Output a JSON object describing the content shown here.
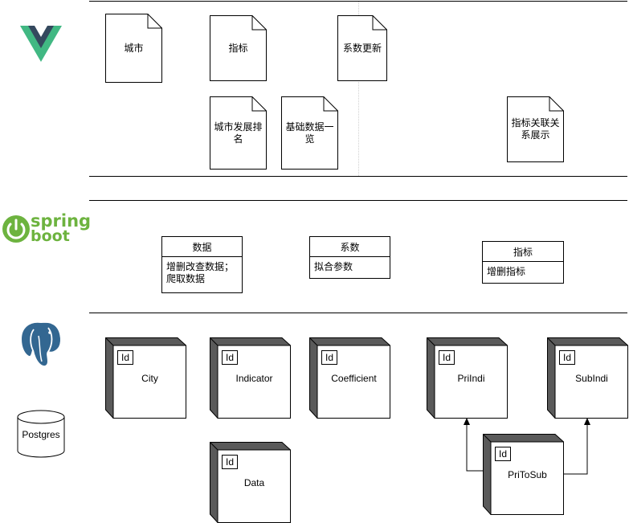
{
  "layers": {
    "frontend": {
      "pages": [
        {
          "id": "city",
          "label": "城市"
        },
        {
          "id": "indicator",
          "label": "指标"
        },
        {
          "id": "coef-update",
          "label": "系数更新"
        },
        {
          "id": "city-rank",
          "label": "城市发展排名"
        },
        {
          "id": "basic-data",
          "label": "基础数据一览"
        },
        {
          "id": "ind-rel",
          "label": "指标关联关系展示"
        }
      ]
    },
    "backend": {
      "logo_text_1": "spring",
      "logo_text_2": "boot",
      "services": [
        {
          "id": "data",
          "title": "数据",
          "body": "增删改查数据；爬取数据"
        },
        {
          "id": "coef",
          "title": "系数",
          "body": "拟合参数"
        },
        {
          "id": "ind",
          "title": "指标",
          "body": "增删指标"
        }
      ]
    },
    "database": {
      "cylinder_label": "Postgres",
      "entities": [
        {
          "id": "city",
          "label": "City",
          "id_field": "Id"
        },
        {
          "id": "indicator",
          "label": "Indicator",
          "id_field": "Id"
        },
        {
          "id": "coefficient",
          "label": "Coefficient",
          "id_field": "Id"
        },
        {
          "id": "priindi",
          "label": "PriIndi",
          "id_field": "Id"
        },
        {
          "id": "subindi",
          "label": "SubIndi",
          "id_field": "Id"
        },
        {
          "id": "data",
          "label": "Data",
          "id_field": "Id"
        },
        {
          "id": "pritosub",
          "label": "PriToSub",
          "id_field": "Id"
        }
      ]
    }
  },
  "colors": {
    "vue_green": "#41b883",
    "vue_dark": "#34495e",
    "spring_green": "#6db33f",
    "pg_blue": "#336791",
    "node_side": "#5a5a5a"
  }
}
